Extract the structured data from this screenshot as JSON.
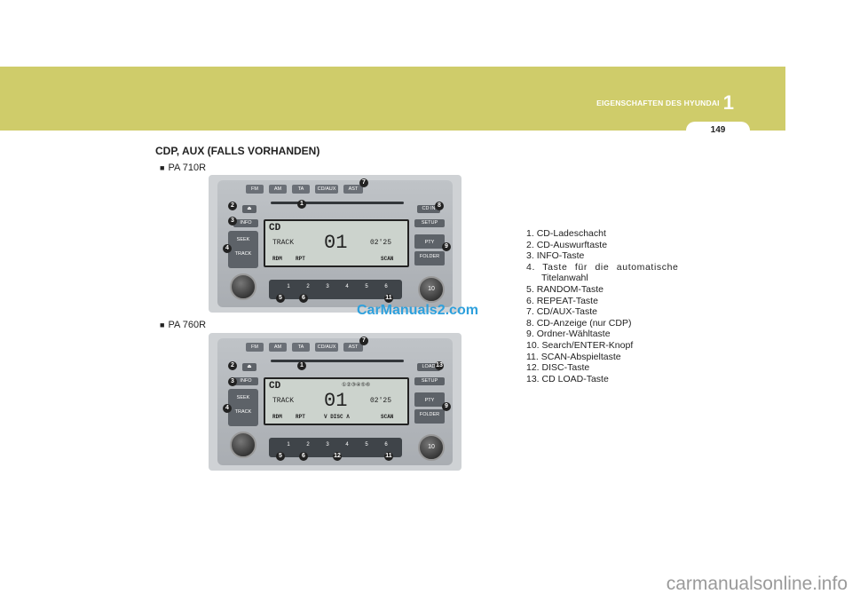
{
  "header": {
    "chapter_title": "EIGENSCHAFTEN DES HYUNDAI",
    "chapter_number": "1",
    "page_number": "149"
  },
  "section_title": "CDP, AUX (FALLS VORHANDEN)",
  "models": [
    {
      "label": "PA 710R",
      "marker": "■"
    },
    {
      "label": "PA 760R",
      "marker": "■"
    }
  ],
  "radio": {
    "top_buttons": [
      "FM",
      "AM",
      "TA",
      "CD/AUX",
      "AST"
    ],
    "buttons": {
      "info": "INFO",
      "seek": "SEEK",
      "track": "TRACK",
      "setup": "SETUP",
      "pty": "PTY",
      "folder": "FOLDER",
      "load": "LOAD",
      "cdin": "CD IN"
    },
    "lcd": {
      "mode": "CD",
      "track_label": "TRACK",
      "track_number": "01",
      "time": "02'25",
      "rdm": "RDM",
      "rpt": "RPT",
      "scan": "SCAN",
      "disc": "V DISC Λ",
      "disc_slots": "①②③④⑤⑥"
    },
    "presets": [
      "1",
      "2",
      "3",
      "4",
      "5",
      "6"
    ],
    "knob_label": "10"
  },
  "callouts": {
    "c1": "1",
    "c2": "2",
    "c3": "3",
    "c4": "4",
    "c5": "5",
    "c6": "6",
    "c7": "7",
    "c8": "8",
    "c9": "9",
    "c10": "10",
    "c11": "11",
    "c12": "12",
    "c13": "13"
  },
  "legend": [
    {
      "num": "1.",
      "text": "CD-Ladeschacht"
    },
    {
      "num": "2.",
      "text": "CD-Auswurftaste"
    },
    {
      "num": "3.",
      "text": "INFO-Taste"
    },
    {
      "num": "4.",
      "text": "Taste für die automatische",
      "cont": "Titelanwahl"
    },
    {
      "num": "5.",
      "text": "RANDOM-Taste"
    },
    {
      "num": "6.",
      "text": "REPEAT-Taste"
    },
    {
      "num": "7.",
      "text": "CD/AUX-Taste"
    },
    {
      "num": "8.",
      "text": "CD-Anzeige (nur CDP)"
    },
    {
      "num": "9.",
      "text": "Ordner-Wähltaste"
    },
    {
      "num": "10.",
      "text": "Search/ENTER-Knopf"
    },
    {
      "num": "11.",
      "text": "SCAN-Abspieltaste"
    },
    {
      "num": "12.",
      "text": "DISC-Taste"
    },
    {
      "num": "13.",
      "text": "CD LOAD-Taste"
    }
  ],
  "watermark": "CarManuals2.com",
  "footer": "carmanualsonline.info"
}
